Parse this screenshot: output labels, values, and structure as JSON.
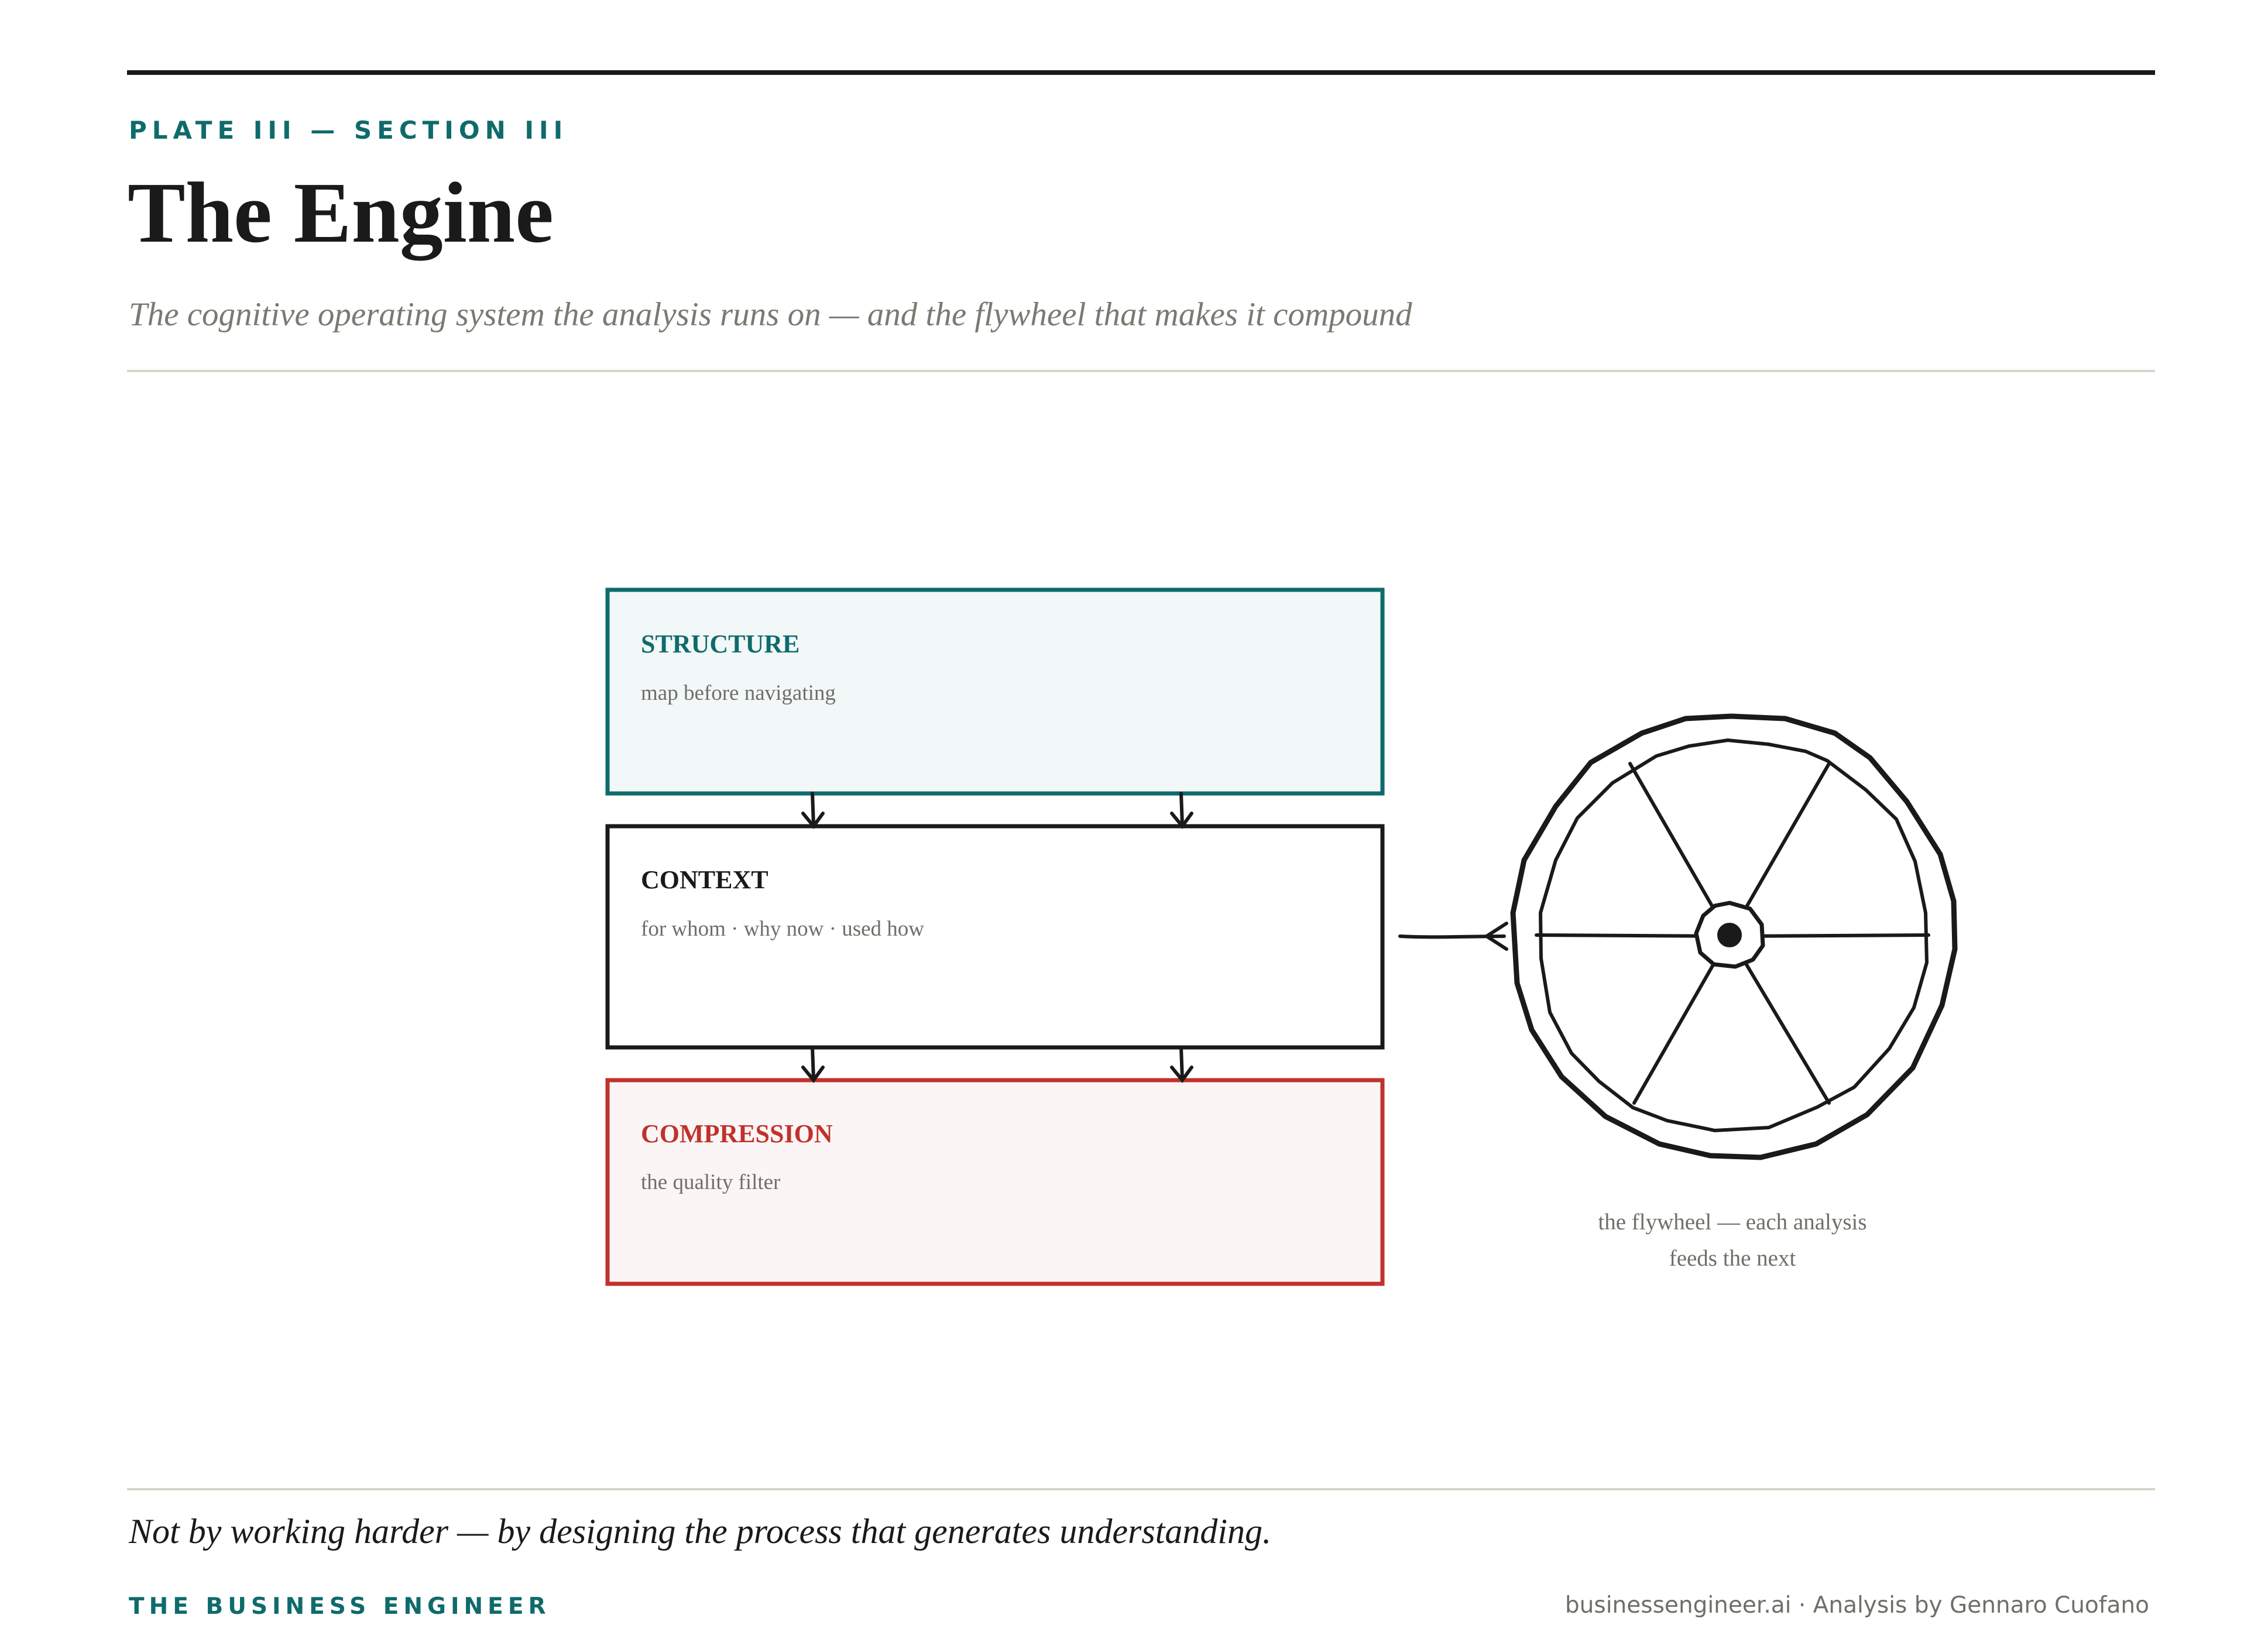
{
  "header": {
    "kicker": "PLATE III — SECTION III",
    "title": "The Engine",
    "subtitle": "The cognitive operating system the analysis runs on — and the flywheel that makes it compound"
  },
  "diagram": {
    "blocks": [
      {
        "title": "STRUCTURE",
        "subtitle": "map before navigating",
        "color": "#0f6b6b",
        "fill": "#f2f7f7"
      },
      {
        "title": "CONTEXT",
        "subtitle": "for whom · why now · used how",
        "color": "#1a1a1a",
        "fill": "#ffffff"
      },
      {
        "title": "COMPRESSION",
        "subtitle": "the quality filter",
        "color": "#c0322c",
        "fill": "#fcf5f5"
      }
    ],
    "flywheel": {
      "caption_line1": "the flywheel — each analysis",
      "caption_line2": "feeds the next"
    }
  },
  "footer": {
    "tagline": "Not by working harder — by designing the process that generates understanding.",
    "brand": "THE BUSINESS ENGINEER",
    "credit": "businessengineer.ai · Analysis by Gennaro Cuofano"
  }
}
